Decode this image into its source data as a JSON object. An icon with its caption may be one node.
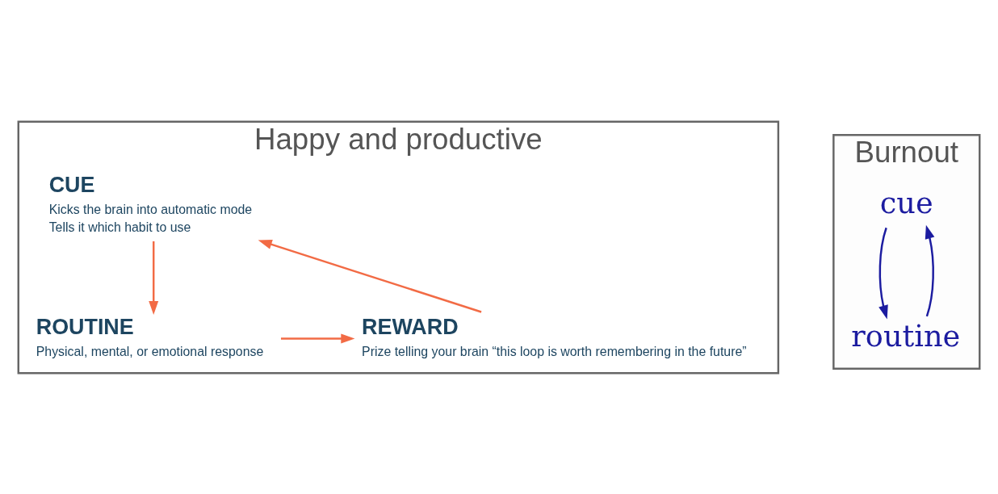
{
  "diagram": {
    "nodes": [
      {
        "text": [
          "Happy and productive"
        ]
      },
      {
        "text": [
          "CUE",
          "Kicks the brain into automatic mode",
          "Tells it which habit to use"
        ],
        "in": 0
      },
      {
        "text": [
          "ROUTINE",
          "Physical, mental, or emotional response"
        ],
        "in": 0
      },
      {
        "text": [
          "REWARD",
          "Prize telling your brain “this loop is worth remembering in the future”"
        ],
        "in": 0
      },
      {
        "text": [
          "Burnout"
        ]
      },
      {
        "text": [
          "cue"
        ],
        "in": 4
      },
      {
        "text": [
          "routine"
        ],
        "in": 4
      }
    ],
    "edges": [
      {
        "from": 1,
        "to": 2,
        "arrow": "to"
      },
      {
        "from": 2,
        "to": 3,
        "arrow": "to"
      },
      {
        "from": 3,
        "to": 1,
        "arrow": "to"
      },
      {
        "from": 5,
        "to": 6,
        "arrow": "to",
        "color": "#1c1ca0"
      },
      {
        "from": 6,
        "to": 5,
        "arrow": "to",
        "color": "#1c1ca0"
      }
    ]
  }
}
